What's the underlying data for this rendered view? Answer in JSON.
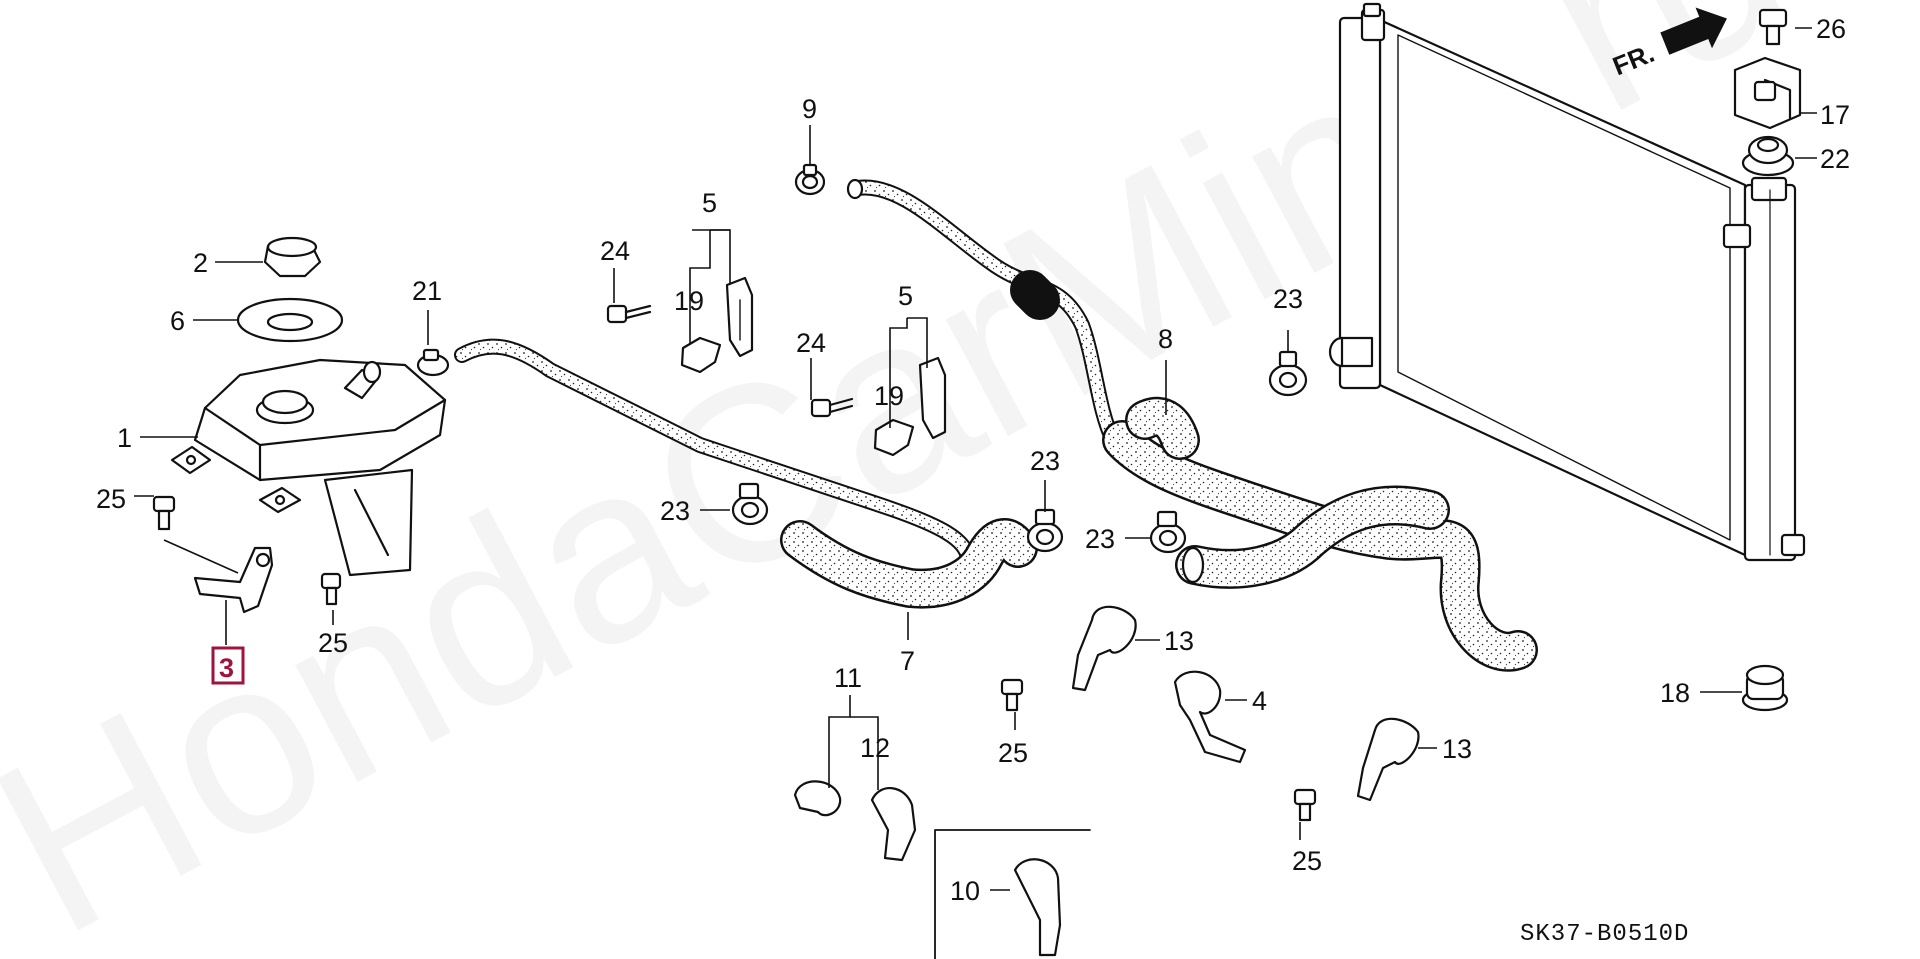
{
  "diagram": {
    "watermark": "HondaCarMine.ru",
    "diagram_code": "SK37-B0510D",
    "direction_label": "FR.",
    "highlighted_part": "3",
    "callouts": [
      "1",
      "2",
      "3",
      "4",
      "5",
      "6",
      "7",
      "8",
      "9",
      "10",
      "11",
      "12",
      "13",
      "17",
      "18",
      "19",
      "21",
      "22",
      "23",
      "24",
      "25",
      "26"
    ]
  }
}
